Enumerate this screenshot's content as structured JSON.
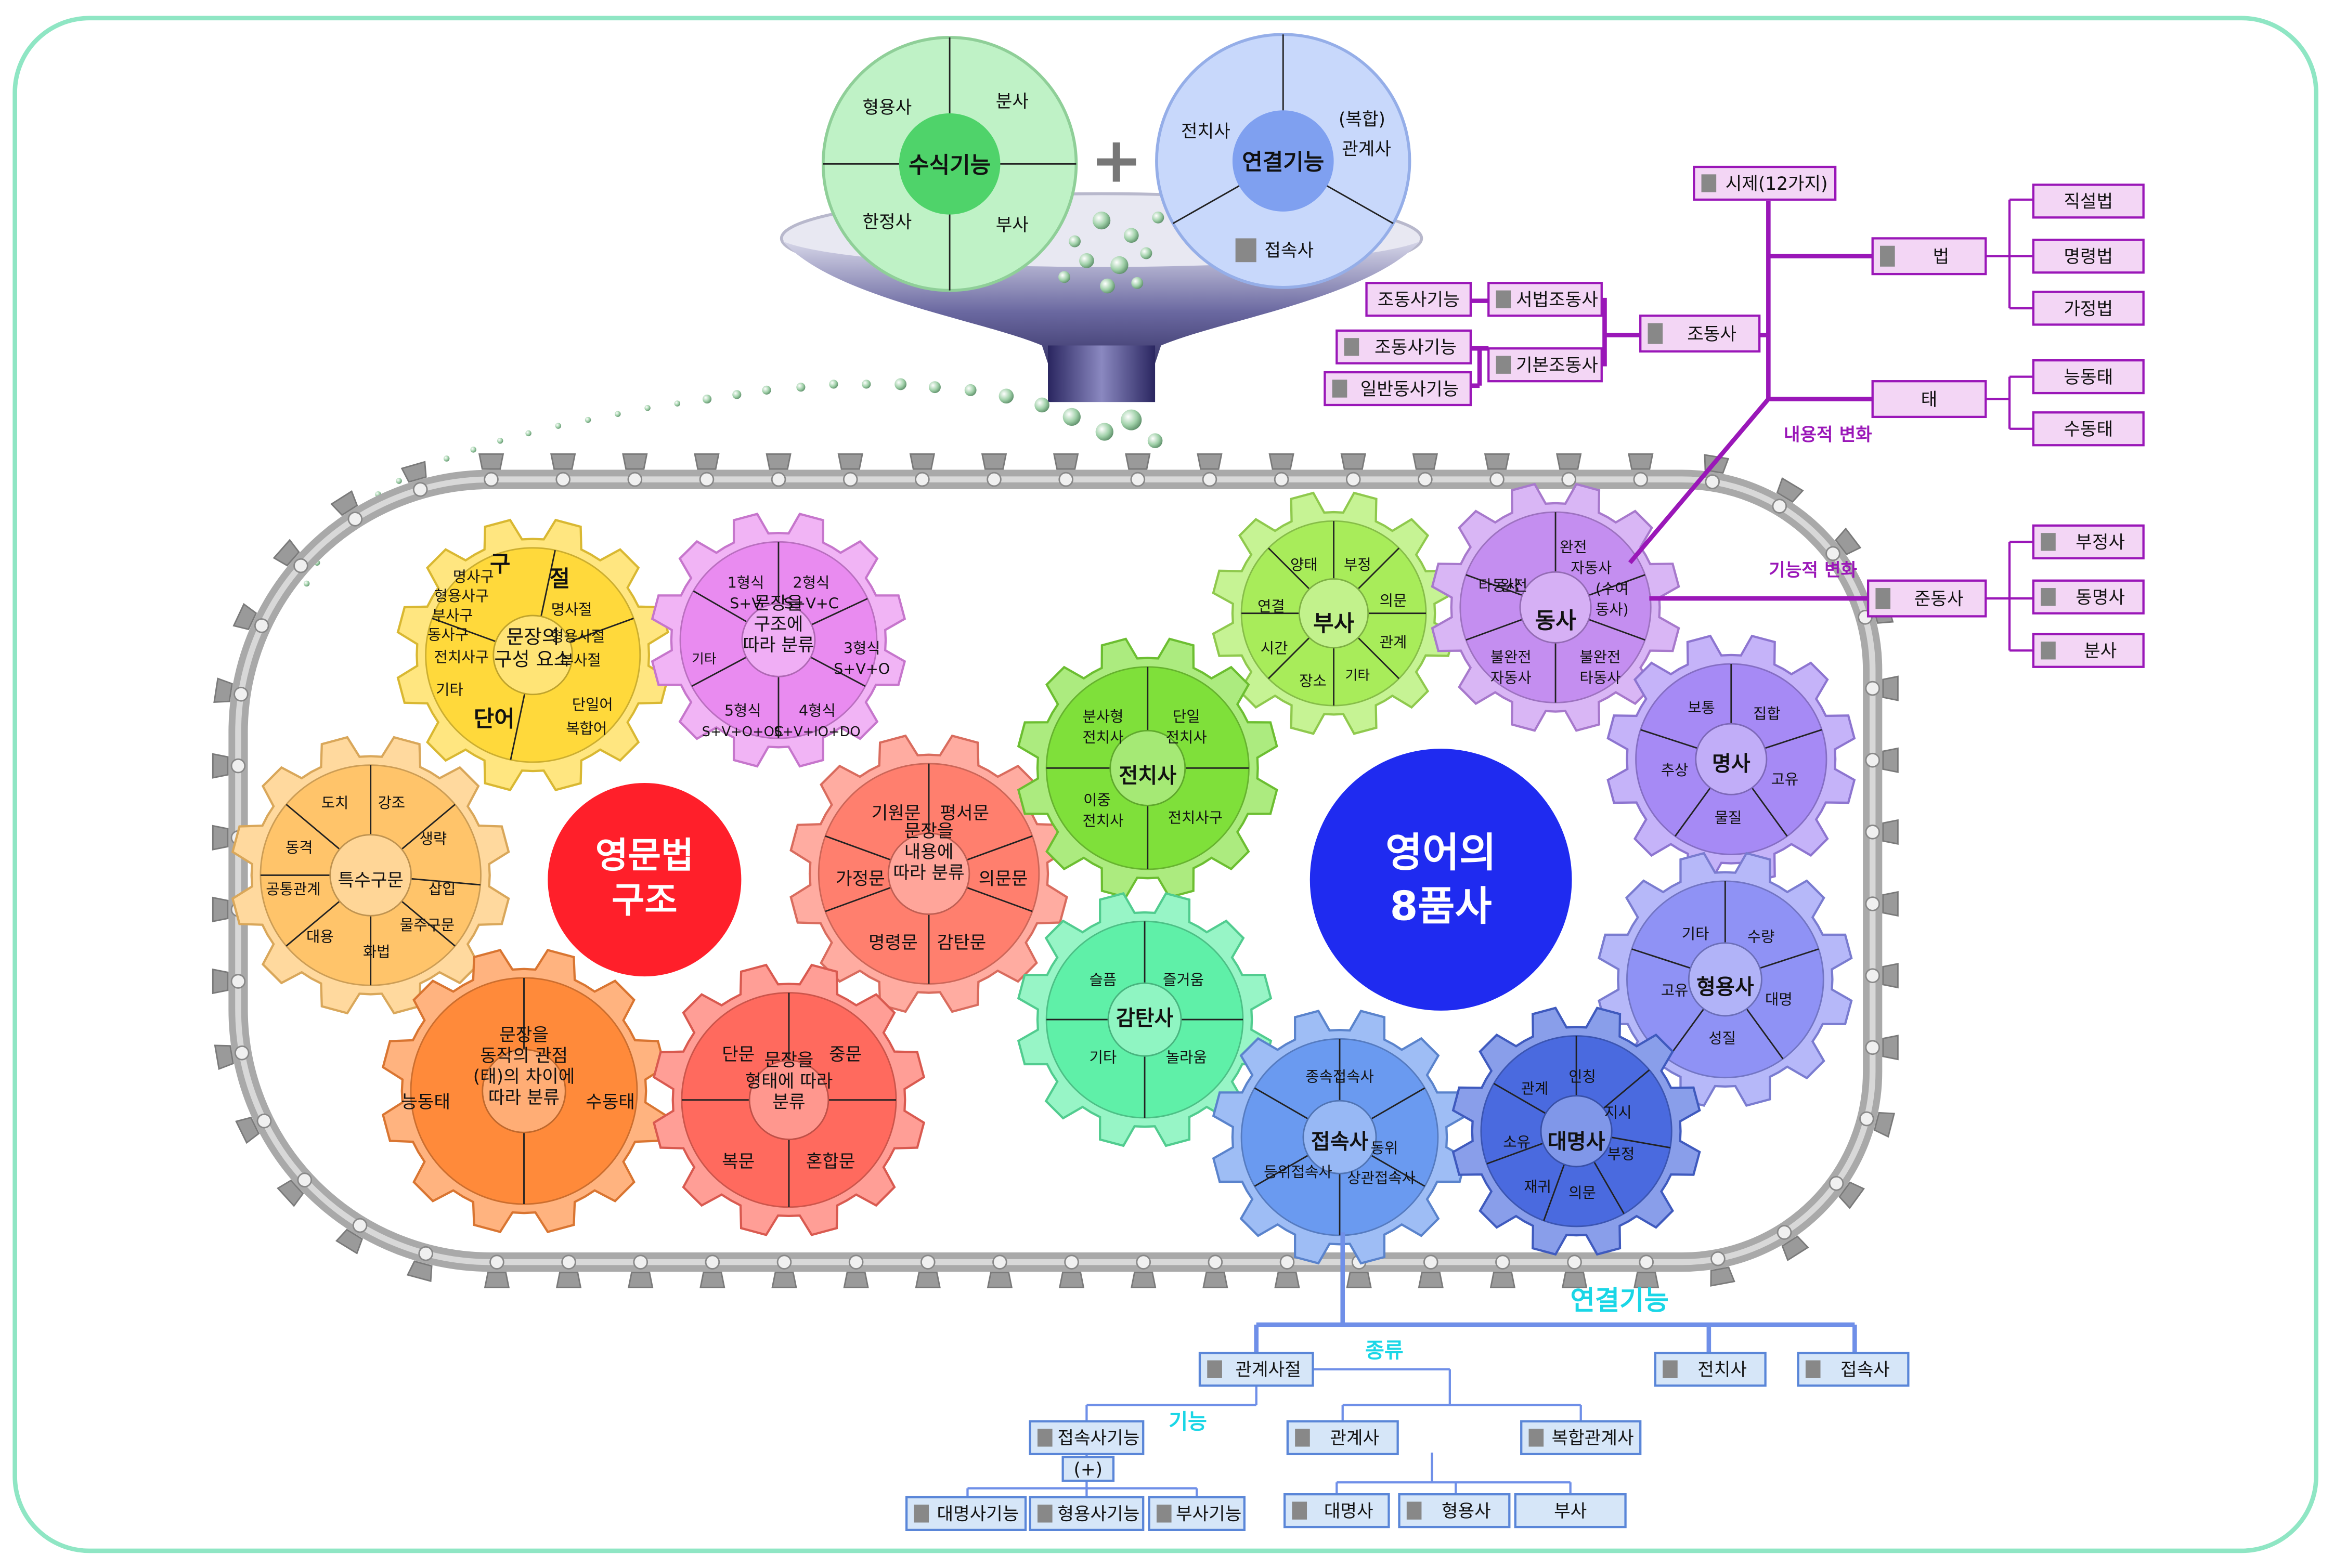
{
  "colors": {
    "frame": "#8fe6c4",
    "chain": "#a9a9a9",
    "purple_line": "#9a17b8",
    "blue_line": "#6f8fe8",
    "big_red": "#ff1f2a",
    "big_blue": "#1f2bf0",
    "cyan_text": "#19d6e6"
  },
  "center_labels": {
    "grammar": [
      "영문법",
      "구조"
    ],
    "parts": [
      "영어의",
      "8품사"
    ]
  },
  "funnel": {
    "plus": "+",
    "green_disc": {
      "center": "수식기능",
      "segments": [
        "형용사",
        "분사",
        "부사",
        "한정사"
      ]
    },
    "blue_disc": {
      "center": "연결기능",
      "segments": [
        "전치사",
        "(복합)",
        "관계사",
        "접속사"
      ]
    }
  },
  "gears": [
    {
      "key": "g1",
      "color": "#ffd93b",
      "center": [
        "문장의",
        "구성 요소"
      ],
      "labels": [
        "구",
        "명사구",
        "형용사구",
        "부사구",
        "동사구",
        "전치사구",
        "기타",
        "절",
        "명사절",
        "형용사절",
        "부사절",
        "단어",
        "단일어",
        "복합어"
      ]
    },
    {
      "key": "g2",
      "color": "#e98bf0",
      "center": [
        "문장을",
        "구조에",
        "따라 분류"
      ],
      "labels": [
        "1형식",
        "S+V",
        "2형식",
        "S+V+C",
        "3형식",
        "S+V+O",
        "4형식",
        "S+V+IO+DO",
        "5형식",
        "S+V+O+OC",
        "기타"
      ]
    },
    {
      "key": "g3",
      "color": "#ffc46a",
      "center": [
        "특수구문"
      ],
      "labels": [
        "도치",
        "강조",
        "생략",
        "삽입",
        "물주구문",
        "화법",
        "대용",
        "공통관계",
        "동격"
      ]
    },
    {
      "key": "g4",
      "color": "#ff7f6e",
      "center": [
        "문장을",
        "내용에",
        "따라 분류"
      ],
      "labels": [
        "기원문",
        "평서문",
        "의문문",
        "감탄문",
        "명령문",
        "가정문"
      ]
    },
    {
      "key": "g5",
      "color": "#ff8a3a",
      "center": [
        "문장을",
        "동작의 관점",
        "(태)의 차이에",
        "따라 분류"
      ],
      "labels": [
        "능동태",
        "수동태"
      ]
    },
    {
      "key": "g6",
      "color": "#ff6a5e",
      "center": [
        "문장을",
        "형태에 따라",
        "분류"
      ],
      "labels": [
        "단문",
        "중문",
        "복문",
        "혼합문"
      ]
    },
    {
      "key": "g7",
      "color": "#a8ec5a",
      "center": [
        "부사"
      ],
      "labels": [
        "양태",
        "부정",
        "의문",
        "관계",
        "기타",
        "장소",
        "시간",
        "연결"
      ]
    },
    {
      "key": "g8",
      "color": "#c48ef0",
      "center": [
        "동사"
      ],
      "labels": [
        "완전",
        "자동사",
        "완전",
        "타동사",
        "(수여",
        "동사)",
        "불완전",
        "자동사",
        "불완전",
        "타동사"
      ]
    },
    {
      "key": "g9",
      "color": "#7fe03a",
      "center": [
        "전치사"
      ],
      "labels": [
        "분사형",
        "전치사",
        "단일",
        "전치사",
        "이중",
        "전치사",
        "전치사구"
      ]
    },
    {
      "key": "g10",
      "color": "#a68af5",
      "center": [
        "명사"
      ],
      "labels": [
        "보통",
        "집합",
        "고유",
        "물질",
        "추상"
      ]
    },
    {
      "key": "g11",
      "color": "#5ff0a8",
      "center": [
        "감탄사"
      ],
      "labels": [
        "슬픔",
        "즐거움",
        "놀라움",
        "기타"
      ]
    },
    {
      "key": "g12",
      "color": "#8f92f5",
      "center": [
        "형용사"
      ],
      "labels": [
        "기타",
        "수량",
        "대명",
        "성질",
        "고유"
      ]
    },
    {
      "key": "g13",
      "color": "#6a9af0",
      "center": [
        "접속사"
      ],
      "labels": [
        "종속접속사",
        "동위",
        "상관접속사",
        "등위접속사"
      ]
    },
    {
      "key": "g14",
      "color": "#4a6adf",
      "center": [
        "대명사"
      ],
      "labels": [
        "관계",
        "인칭",
        "지시",
        "부정",
        "의문",
        "재귀",
        "소유"
      ]
    }
  ],
  "verb_tree": {
    "nodes": [
      "시제(12가지)",
      "법",
      "직설법",
      "명령법",
      "가정법",
      "조동사",
      "서법조동사",
      "기본조동사",
      "조동사기능",
      "조동사기능",
      "일반동사기능",
      "태",
      "능동태",
      "수동태",
      "준동사",
      "부정사",
      "동명사",
      "분사"
    ],
    "content_change": "내용적 변화",
    "function_change": "기능적 변화"
  },
  "connect_tree": {
    "title": "연결기능",
    "kind": "종류",
    "function": "기능",
    "nodes": [
      "관계사절",
      "전치사",
      "접속사",
      "관계사",
      "복합관계사",
      "접속사기능",
      "(+)",
      "대명사기능",
      "형용사기능",
      "부사기능",
      "대명사",
      "형용사",
      "부사"
    ]
  }
}
